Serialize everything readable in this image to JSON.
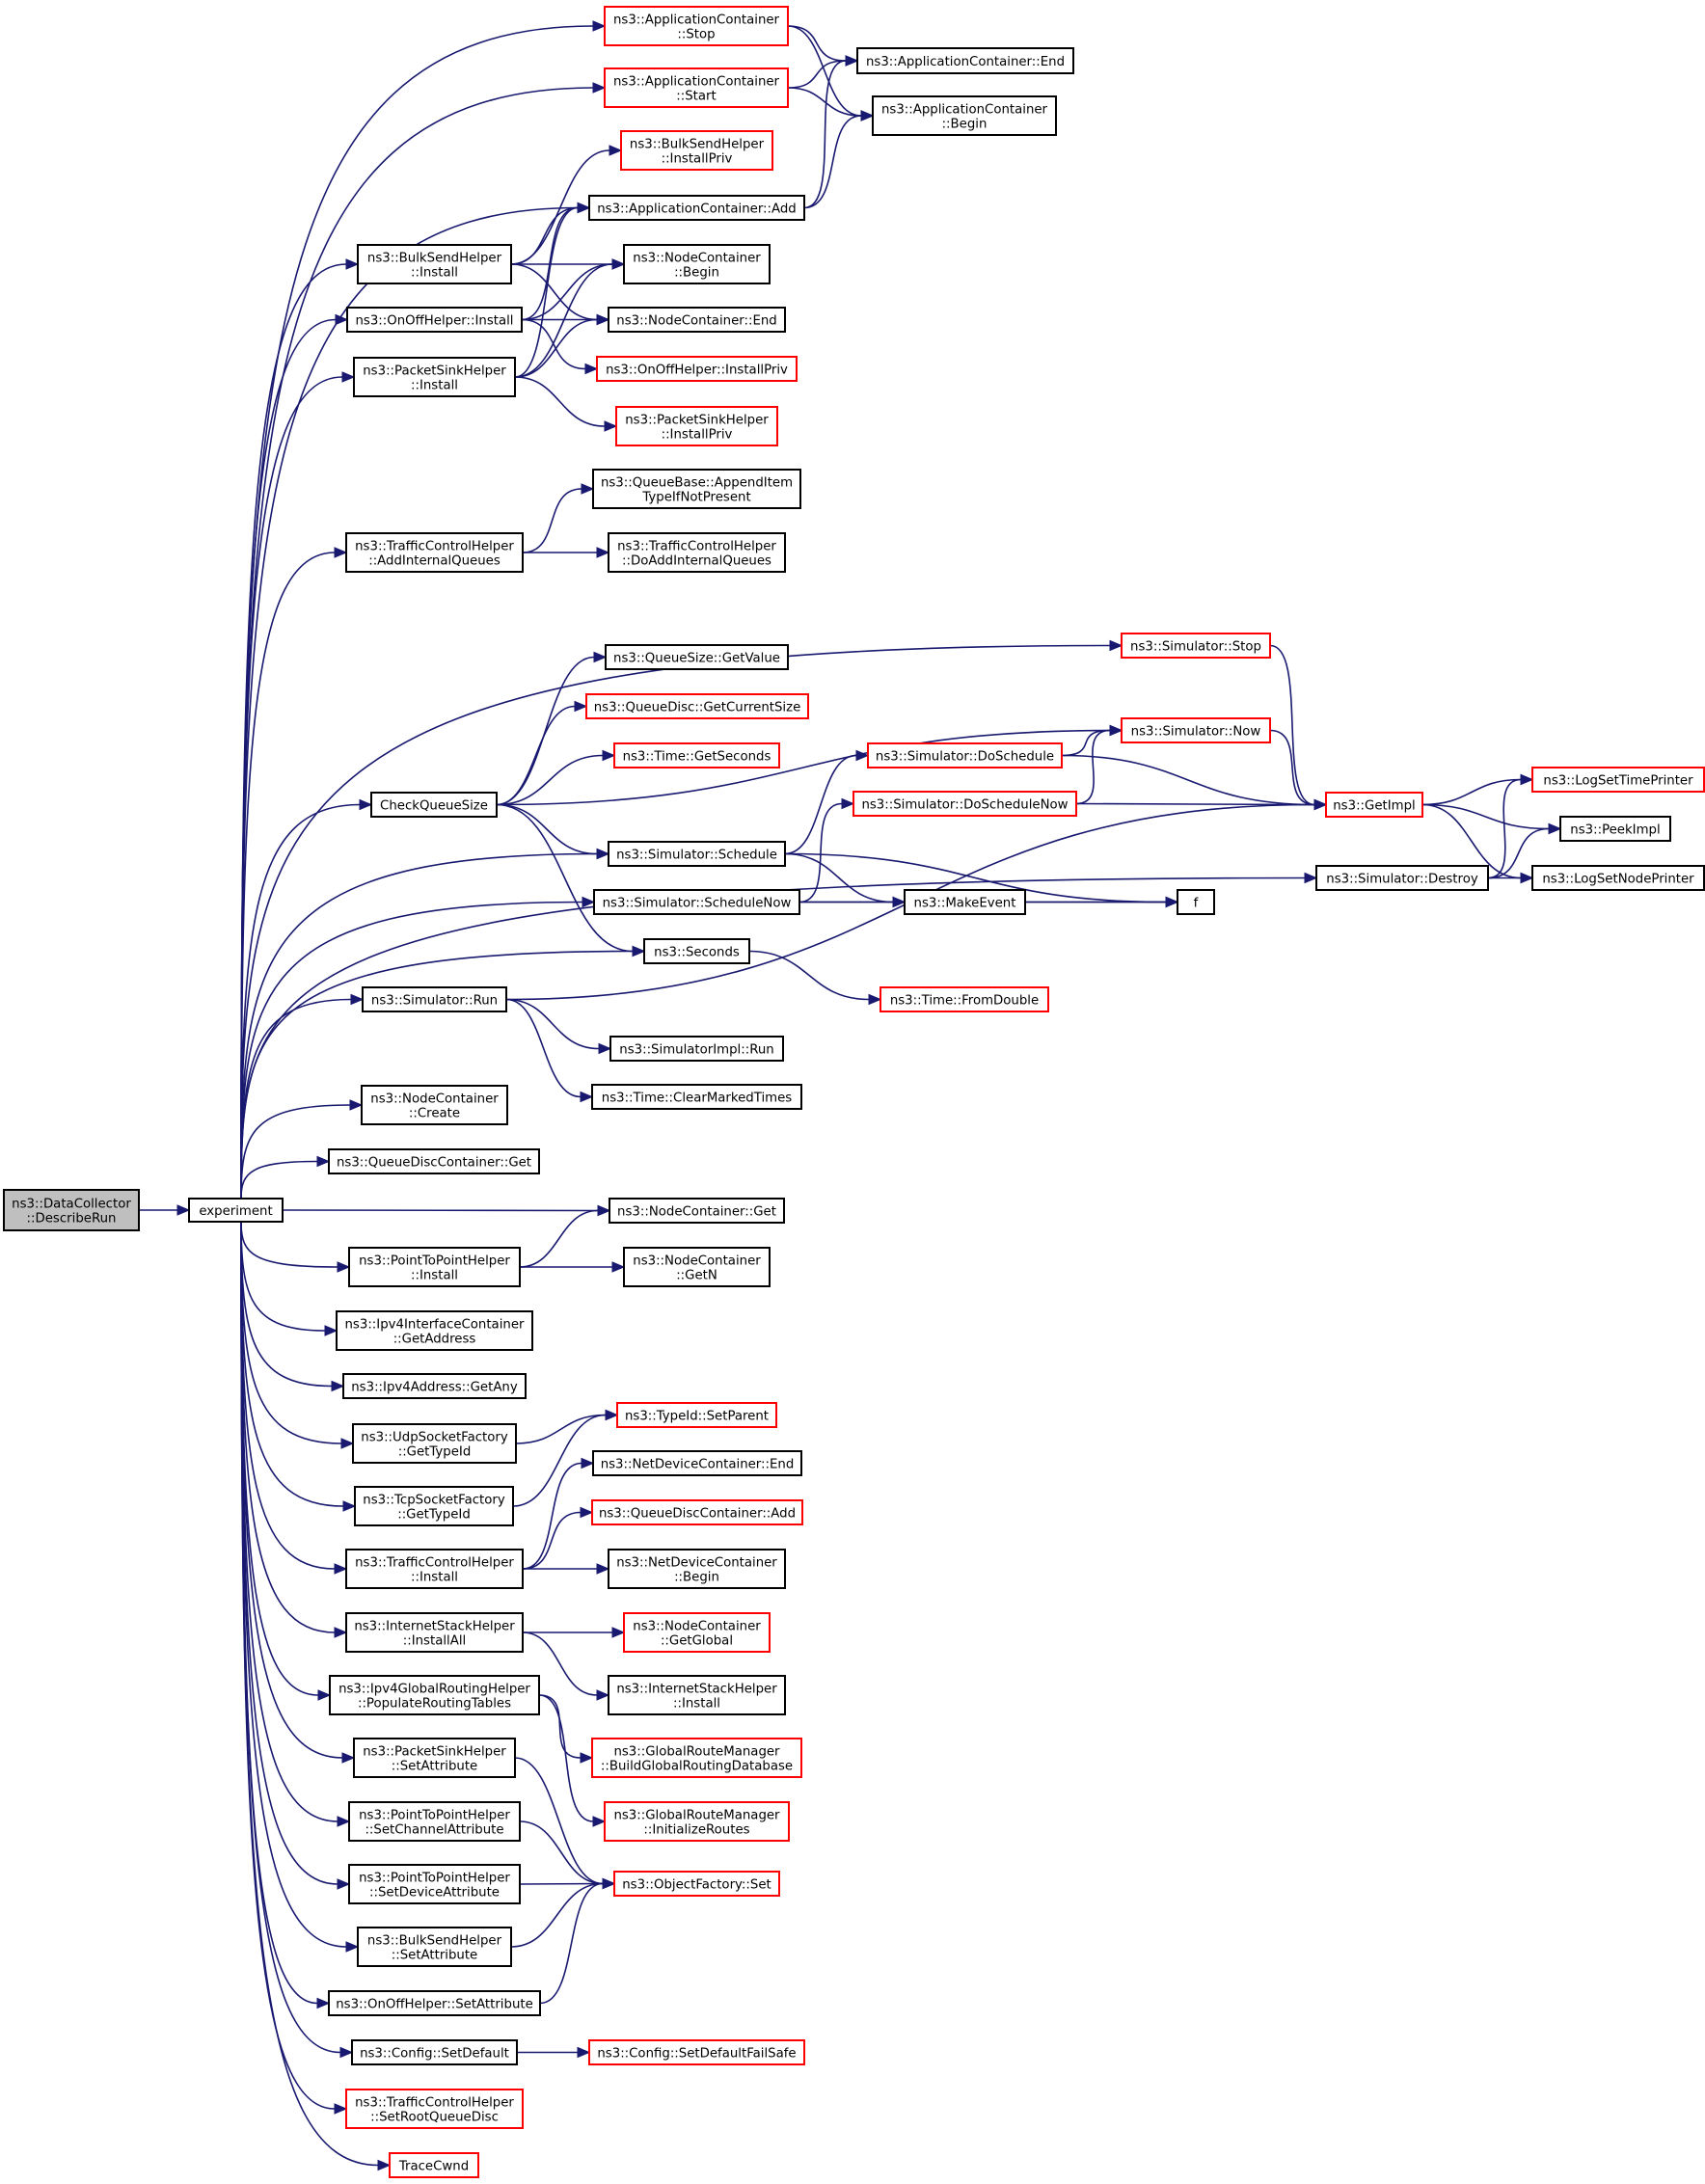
{
  "title": "ns3::DataCollector::DescribeRun call graph",
  "colors": {
    "edge": "#191970",
    "root_fill": "#bfbfbf",
    "normal_border": "#000000",
    "truncated_border": "#ff0000"
  },
  "nodes": [
    {
      "id": "root",
      "lines": [
        "ns3::DataCollector",
        "::DescribeRun"
      ],
      "style": "root"
    },
    {
      "id": "experiment",
      "lines": [
        "experiment"
      ],
      "style": "normal"
    },
    {
      "id": "appStop",
      "lines": [
        "ns3::ApplicationContainer",
        "::Stop"
      ],
      "style": "truncated"
    },
    {
      "id": "appStart",
      "lines": [
        "ns3::ApplicationContainer",
        "::Start"
      ],
      "style": "truncated"
    },
    {
      "id": "appEnd",
      "lines": [
        "ns3::ApplicationContainer::End"
      ],
      "style": "normal"
    },
    {
      "id": "appBegin",
      "lines": [
        "ns3::ApplicationContainer",
        "::Begin"
      ],
      "style": "normal"
    },
    {
      "id": "bulkInstallPriv",
      "lines": [
        "ns3::BulkSendHelper",
        "::InstallPriv"
      ],
      "style": "truncated"
    },
    {
      "id": "appAdd",
      "lines": [
        "ns3::ApplicationContainer::Add"
      ],
      "style": "normal"
    },
    {
      "id": "bulkInstall",
      "lines": [
        "ns3::BulkSendHelper",
        "::Install"
      ],
      "style": "normal"
    },
    {
      "id": "ncBegin",
      "lines": [
        "ns3::NodeContainer",
        "::Begin"
      ],
      "style": "normal"
    },
    {
      "id": "onoffInstall",
      "lines": [
        "ns3::OnOffHelper::Install"
      ],
      "style": "normal"
    },
    {
      "id": "ncEnd",
      "lines": [
        "ns3::NodeContainer::End"
      ],
      "style": "normal"
    },
    {
      "id": "onoffInstallPriv",
      "lines": [
        "ns3::OnOffHelper::InstallPriv"
      ],
      "style": "truncated"
    },
    {
      "id": "sinkInstall",
      "lines": [
        "ns3::PacketSinkHelper",
        "::Install"
      ],
      "style": "normal"
    },
    {
      "id": "sinkInstallPriv",
      "lines": [
        "ns3::PacketSinkHelper",
        "::InstallPriv"
      ],
      "style": "truncated"
    },
    {
      "id": "appendItem",
      "lines": [
        "ns3::QueueBase::AppendItem",
        "TypeIfNotPresent"
      ],
      "style": "normal"
    },
    {
      "id": "tchAddInternal",
      "lines": [
        "ns3::TrafficControlHelper",
        "::AddInternalQueues"
      ],
      "style": "normal"
    },
    {
      "id": "tchDoAddInternal",
      "lines": [
        "ns3::TrafficControlHelper",
        "::DoAddInternalQueues"
      ],
      "style": "normal"
    },
    {
      "id": "simStop",
      "lines": [
        "ns3::Simulator::Stop"
      ],
      "style": "truncated"
    },
    {
      "id": "qsGetValue",
      "lines": [
        "ns3::QueueSize::GetValue"
      ],
      "style": "normal"
    },
    {
      "id": "qdGetCurrentSize",
      "lines": [
        "ns3::QueueDisc::GetCurrentSize"
      ],
      "style": "truncated"
    },
    {
      "id": "timeGetSeconds",
      "lines": [
        "ns3::Time::GetSeconds"
      ],
      "style": "truncated"
    },
    {
      "id": "simNow",
      "lines": [
        "ns3::Simulator::Now"
      ],
      "style": "truncated"
    },
    {
      "id": "simDoSchedule",
      "lines": [
        "ns3::Simulator::DoSchedule"
      ],
      "style": "truncated"
    },
    {
      "id": "checkQueueSize",
      "lines": [
        "CheckQueueSize"
      ],
      "style": "normal"
    },
    {
      "id": "simDoScheduleNow",
      "lines": [
        "ns3::Simulator::DoScheduleNow"
      ],
      "style": "truncated"
    },
    {
      "id": "getImpl",
      "lines": [
        "ns3::GetImpl"
      ],
      "style": "truncated"
    },
    {
      "id": "logSetTimePrinter",
      "lines": [
        "ns3::LogSetTimePrinter"
      ],
      "style": "truncated"
    },
    {
      "id": "peekImpl",
      "lines": [
        "ns3::PeekImpl"
      ],
      "style": "normal"
    },
    {
      "id": "simDestroy",
      "lines": [
        "ns3::Simulator::Destroy"
      ],
      "style": "normal"
    },
    {
      "id": "logSetNodePrinter",
      "lines": [
        "ns3::LogSetNodePrinter"
      ],
      "style": "normal"
    },
    {
      "id": "simSchedule",
      "lines": [
        "ns3::Simulator::Schedule"
      ],
      "style": "normal"
    },
    {
      "id": "simScheduleNow",
      "lines": [
        "ns3::Simulator::ScheduleNow"
      ],
      "style": "normal"
    },
    {
      "id": "makeEvent",
      "lines": [
        "ns3::MakeEvent"
      ],
      "style": "normal"
    },
    {
      "id": "f",
      "lines": [
        "f"
      ],
      "style": "normal"
    },
    {
      "id": "seconds",
      "lines": [
        "ns3::Seconds"
      ],
      "style": "normal"
    },
    {
      "id": "timeFromDouble",
      "lines": [
        "ns3::Time::FromDouble"
      ],
      "style": "truncated"
    },
    {
      "id": "simRun",
      "lines": [
        "ns3::Simulator::Run"
      ],
      "style": "normal"
    },
    {
      "id": "simImplRun",
      "lines": [
        "ns3::SimulatorImpl::Run"
      ],
      "style": "normal"
    },
    {
      "id": "timeClearMarked",
      "lines": [
        "ns3::Time::ClearMarkedTimes"
      ],
      "style": "normal"
    },
    {
      "id": "ncCreate",
      "lines": [
        "ns3::NodeContainer",
        "::Create"
      ],
      "style": "normal"
    },
    {
      "id": "qdcGet",
      "lines": [
        "ns3::QueueDiscContainer::Get"
      ],
      "style": "normal"
    },
    {
      "id": "ncGet",
      "lines": [
        "ns3::NodeContainer::Get"
      ],
      "style": "normal"
    },
    {
      "id": "p2pInstall",
      "lines": [
        "ns3::PointToPointHelper",
        "::Install"
      ],
      "style": "normal"
    },
    {
      "id": "ncGetN",
      "lines": [
        "ns3::NodeContainer",
        "::GetN"
      ],
      "style": "normal"
    },
    {
      "id": "ipv4IfGetAddress",
      "lines": [
        "ns3::Ipv4InterfaceContainer",
        "::GetAddress"
      ],
      "style": "normal"
    },
    {
      "id": "ipv4GetAny",
      "lines": [
        "ns3::Ipv4Address::GetAny"
      ],
      "style": "normal"
    },
    {
      "id": "udpGetTypeId",
      "lines": [
        "ns3::UdpSocketFactory",
        "::GetTypeId"
      ],
      "style": "normal"
    },
    {
      "id": "typeIdSetParent",
      "lines": [
        "ns3::TypeId::SetParent"
      ],
      "style": "truncated"
    },
    {
      "id": "tcpGetTypeId",
      "lines": [
        "ns3::TcpSocketFactory",
        "::GetTypeId"
      ],
      "style": "normal"
    },
    {
      "id": "ndcEnd",
      "lines": [
        "ns3::NetDeviceContainer::End"
      ],
      "style": "normal"
    },
    {
      "id": "qdcAdd",
      "lines": [
        "ns3::QueueDiscContainer::Add"
      ],
      "style": "truncated"
    },
    {
      "id": "tchInstall",
      "lines": [
        "ns3::TrafficControlHelper",
        "::Install"
      ],
      "style": "normal"
    },
    {
      "id": "ndcBegin",
      "lines": [
        "ns3::NetDeviceContainer",
        "::Begin"
      ],
      "style": "normal"
    },
    {
      "id": "ishInstallAll",
      "lines": [
        "ns3::InternetStackHelper",
        "::InstallAll"
      ],
      "style": "normal"
    },
    {
      "id": "ncGetGlobal",
      "lines": [
        "ns3::NodeContainer",
        "::GetGlobal"
      ],
      "style": "truncated"
    },
    {
      "id": "ishInstall",
      "lines": [
        "ns3::InternetStackHelper",
        "::Install"
      ],
      "style": "normal"
    },
    {
      "id": "ipv4PopRouting",
      "lines": [
        "ns3::Ipv4GlobalRoutingHelper",
        "::PopulateRoutingTables"
      ],
      "style": "normal"
    },
    {
      "id": "grmBuildDb",
      "lines": [
        "ns3::GlobalRouteManager",
        "::BuildGlobalRoutingDatabase"
      ],
      "style": "truncated"
    },
    {
      "id": "sinkSetAttr",
      "lines": [
        "ns3::PacketSinkHelper",
        "::SetAttribute"
      ],
      "style": "normal"
    },
    {
      "id": "grmInitRoutes",
      "lines": [
        "ns3::GlobalRouteManager",
        "::InitializeRoutes"
      ],
      "style": "truncated"
    },
    {
      "id": "p2pSetChannel",
      "lines": [
        "ns3::PointToPointHelper",
        "::SetChannelAttribute"
      ],
      "style": "normal"
    },
    {
      "id": "p2pSetDevice",
      "lines": [
        "ns3::PointToPointHelper",
        "::SetDeviceAttribute"
      ],
      "style": "normal"
    },
    {
      "id": "objFactorySet",
      "lines": [
        "ns3::ObjectFactory::Set"
      ],
      "style": "truncated"
    },
    {
      "id": "bulkSetAttr",
      "lines": [
        "ns3::BulkSendHelper",
        "::SetAttribute"
      ],
      "style": "normal"
    },
    {
      "id": "onoffSetAttr",
      "lines": [
        "ns3::OnOffHelper::SetAttribute"
      ],
      "style": "normal"
    },
    {
      "id": "configSetDefault",
      "lines": [
        "ns3::Config::SetDefault"
      ],
      "style": "normal"
    },
    {
      "id": "configSetDefaultFS",
      "lines": [
        "ns3::Config::SetDefaultFailSafe"
      ],
      "style": "truncated"
    },
    {
      "id": "tchSetRootQD",
      "lines": [
        "ns3::TrafficControlHelper",
        "::SetRootQueueDisc"
      ],
      "style": "truncated"
    },
    {
      "id": "traceCwnd",
      "lines": [
        "TraceCwnd"
      ],
      "style": "truncated"
    }
  ],
  "edges": [
    [
      "root",
      "experiment"
    ],
    [
      "experiment",
      "appStop"
    ],
    [
      "experiment",
      "appStart"
    ],
    [
      "experiment",
      "appAdd"
    ],
    [
      "experiment",
      "bulkInstall"
    ],
    [
      "experiment",
      "onoffInstall"
    ],
    [
      "experiment",
      "sinkInstall"
    ],
    [
      "experiment",
      "tchAddInternal"
    ],
    [
      "experiment",
      "simStop"
    ],
    [
      "experiment",
      "checkQueueSize"
    ],
    [
      "experiment",
      "simSchedule"
    ],
    [
      "experiment",
      "simScheduleNow"
    ],
    [
      "experiment",
      "seconds"
    ],
    [
      "experiment",
      "simRun"
    ],
    [
      "experiment",
      "simDestroy"
    ],
    [
      "experiment",
      "ncCreate"
    ],
    [
      "experiment",
      "qdcGet"
    ],
    [
      "experiment",
      "ncGet"
    ],
    [
      "experiment",
      "p2pInstall"
    ],
    [
      "experiment",
      "ipv4IfGetAddress"
    ],
    [
      "experiment",
      "ipv4GetAny"
    ],
    [
      "experiment",
      "udpGetTypeId"
    ],
    [
      "experiment",
      "tcpGetTypeId"
    ],
    [
      "experiment",
      "tchInstall"
    ],
    [
      "experiment",
      "ishInstallAll"
    ],
    [
      "experiment",
      "ipv4PopRouting"
    ],
    [
      "experiment",
      "sinkSetAttr"
    ],
    [
      "experiment",
      "p2pSetChannel"
    ],
    [
      "experiment",
      "p2pSetDevice"
    ],
    [
      "experiment",
      "bulkSetAttr"
    ],
    [
      "experiment",
      "onoffSetAttr"
    ],
    [
      "experiment",
      "configSetDefault"
    ],
    [
      "experiment",
      "tchSetRootQD"
    ],
    [
      "experiment",
      "traceCwnd"
    ],
    [
      "appStop",
      "appEnd"
    ],
    [
      "appStop",
      "appBegin"
    ],
    [
      "appStart",
      "appEnd"
    ],
    [
      "appStart",
      "appBegin"
    ],
    [
      "appAdd",
      "appEnd"
    ],
    [
      "appAdd",
      "appBegin"
    ],
    [
      "bulkInstall",
      "bulkInstallPriv"
    ],
    [
      "bulkInstall",
      "appAdd"
    ],
    [
      "bulkInstall",
      "ncBegin"
    ],
    [
      "bulkInstall",
      "ncEnd"
    ],
    [
      "onoffInstall",
      "appAdd"
    ],
    [
      "onoffInstall",
      "ncBegin"
    ],
    [
      "onoffInstall",
      "ncEnd"
    ],
    [
      "onoffInstall",
      "onoffInstallPriv"
    ],
    [
      "sinkInstall",
      "appAdd"
    ],
    [
      "sinkInstall",
      "ncBegin"
    ],
    [
      "sinkInstall",
      "ncEnd"
    ],
    [
      "sinkInstall",
      "sinkInstallPriv"
    ],
    [
      "tchAddInternal",
      "appendItem"
    ],
    [
      "tchAddInternal",
      "tchDoAddInternal"
    ],
    [
      "simStop",
      "getImpl"
    ],
    [
      "checkQueueSize",
      "qsGetValue"
    ],
    [
      "checkQueueSize",
      "qdGetCurrentSize"
    ],
    [
      "checkQueueSize",
      "timeGetSeconds"
    ],
    [
      "checkQueueSize",
      "simNow"
    ],
    [
      "checkQueueSize",
      "simSchedule"
    ],
    [
      "checkQueueSize",
      "seconds"
    ],
    [
      "simNow",
      "getImpl"
    ],
    [
      "simDoSchedule",
      "simNow"
    ],
    [
      "simDoSchedule",
      "getImpl"
    ],
    [
      "simDoScheduleNow",
      "simNow"
    ],
    [
      "simDoScheduleNow",
      "getImpl"
    ],
    [
      "getImpl",
      "logSetTimePrinter"
    ],
    [
      "getImpl",
      "peekImpl"
    ],
    [
      "getImpl",
      "logSetNodePrinter"
    ],
    [
      "simDestroy",
      "logSetTimePrinter"
    ],
    [
      "simDestroy",
      "peekImpl"
    ],
    [
      "simDestroy",
      "logSetNodePrinter"
    ],
    [
      "simSchedule",
      "simDoSchedule"
    ],
    [
      "simSchedule",
      "makeEvent"
    ],
    [
      "simSchedule",
      "f"
    ],
    [
      "simScheduleNow",
      "simDoScheduleNow"
    ],
    [
      "simScheduleNow",
      "makeEvent"
    ],
    [
      "simScheduleNow",
      "f"
    ],
    [
      "makeEvent",
      "f"
    ],
    [
      "seconds",
      "timeFromDouble"
    ],
    [
      "simRun",
      "getImpl"
    ],
    [
      "simRun",
      "simImplRun"
    ],
    [
      "simRun",
      "timeClearMarked"
    ],
    [
      "p2pInstall",
      "ncGet"
    ],
    [
      "p2pInstall",
      "ncGetN"
    ],
    [
      "udpGetTypeId",
      "typeIdSetParent"
    ],
    [
      "tcpGetTypeId",
      "typeIdSetParent"
    ],
    [
      "tchInstall",
      "ndcEnd"
    ],
    [
      "tchInstall",
      "qdcAdd"
    ],
    [
      "tchInstall",
      "ndcBegin"
    ],
    [
      "ishInstallAll",
      "ncGetGlobal"
    ],
    [
      "ishInstallAll",
      "ishInstall"
    ],
    [
      "ipv4PopRouting",
      "grmBuildDb"
    ],
    [
      "ipv4PopRouting",
      "grmInitRoutes"
    ],
    [
      "sinkSetAttr",
      "objFactorySet"
    ],
    [
      "p2pSetChannel",
      "objFactorySet"
    ],
    [
      "p2pSetDevice",
      "objFactorySet"
    ],
    [
      "bulkSetAttr",
      "objFactorySet"
    ],
    [
      "onoffSetAttr",
      "objFactorySet"
    ],
    [
      "configSetDefault",
      "configSetDefaultFS"
    ]
  ]
}
